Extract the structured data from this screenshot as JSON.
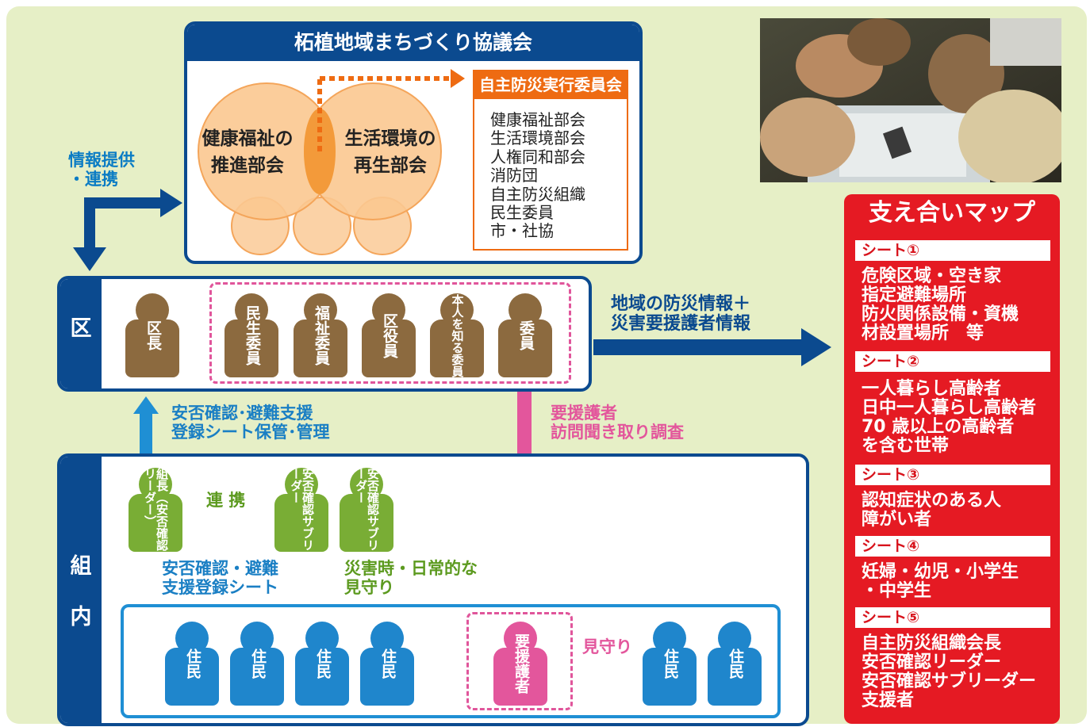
{
  "council": {
    "title": "柘植地域まちづくり協議会",
    "circle_left_line1": "健康福祉の",
    "circle_left_line2": "推進部会",
    "circle_right_line1": "生活環境の",
    "circle_right_line2": "再生部会",
    "committee_title": "自主防災実行委員会",
    "committee_members": [
      "健康福祉部会",
      "生活環境部会",
      "人権同和部会",
      "消防団",
      "自主防災組織",
      "民生委員",
      "市・社協"
    ]
  },
  "info_label_line1": "情報提供",
  "info_label_line2": "・連携",
  "ku": {
    "label": "区",
    "members": [
      "区長",
      "民生委員",
      "福祉委員",
      "区役員",
      "本人を知る委員",
      "委員"
    ]
  },
  "disaster_info_line1": "地域の防災情報＋",
  "disaster_info_line2": "災害要援護者情報",
  "safety_label_line1": "安否確認･避難支援",
  "safety_label_line2": "登録シート保管･管理",
  "visit_label_line1": "要援護者",
  "visit_label_line2": "訪問聞き取り調査",
  "kumi": {
    "label_line1": "組",
    "label_line2": "内",
    "leader": "組長（安否確認リーダー）",
    "sub_leaders": [
      "安否確認サブリーダー",
      "安否確認サブリーダー"
    ],
    "renkei": "連 携",
    "register_line1": "安否確認・避難",
    "register_line2": "支援登録シート",
    "watch_line1": "災害時・日常的な",
    "watch_line2": "見守り",
    "residents": [
      "住民",
      "住民",
      "住民",
      "住民",
      "住民",
      "住民"
    ],
    "target": "要援護者",
    "mimamori": "見守り"
  },
  "support_map": {
    "title": "支え合いマップ",
    "sheets": [
      {
        "label": "シート①",
        "lines": [
          "危険区域・空き家",
          "指定避難場所",
          "防火関係設備・資機",
          "材設置場所　等"
        ]
      },
      {
        "label": "シート②",
        "lines": [
          "一人暮らし高齢者",
          "日中一人暮らし高齢者",
          "70 歳以上の高齢者",
          "を含む世帯"
        ]
      },
      {
        "label": "シート③",
        "lines": [
          "認知症状のある人",
          "障がい者"
        ]
      },
      {
        "label": "シート④",
        "lines": [
          "妊婦・幼児・小学生",
          "・中学生"
        ]
      },
      {
        "label": "シート⑤",
        "lines": [
          "自主防災組織会長",
          "安否確認リーダー",
          "安否確認サブリーダー",
          "支援者"
        ]
      }
    ]
  },
  "colors": {
    "navy": "#0b4a8f",
    "orange": "#ee6b12",
    "pink": "#e3569c",
    "green": "#79ad35",
    "blue": "#1f86cc",
    "brown": "#8c6a3f",
    "red": "#e51a23",
    "background": "#e6efc6"
  }
}
